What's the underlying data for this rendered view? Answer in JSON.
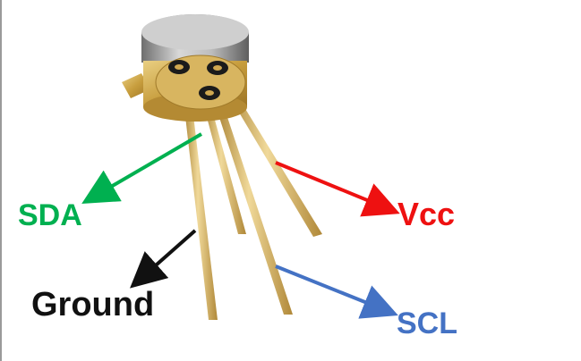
{
  "labels": {
    "sda": "SDA",
    "vcc": "Vcc",
    "ground": "Ground",
    "scl": "SCL"
  },
  "colors": {
    "sda": "#00b050",
    "vcc": "#ee1111",
    "ground": "#111111",
    "scl": "#4472c4",
    "gold": "#c9a54a",
    "metal_cap": "#9a9a9a"
  },
  "pins": [
    "sda",
    "vcc",
    "ground",
    "scl"
  ]
}
